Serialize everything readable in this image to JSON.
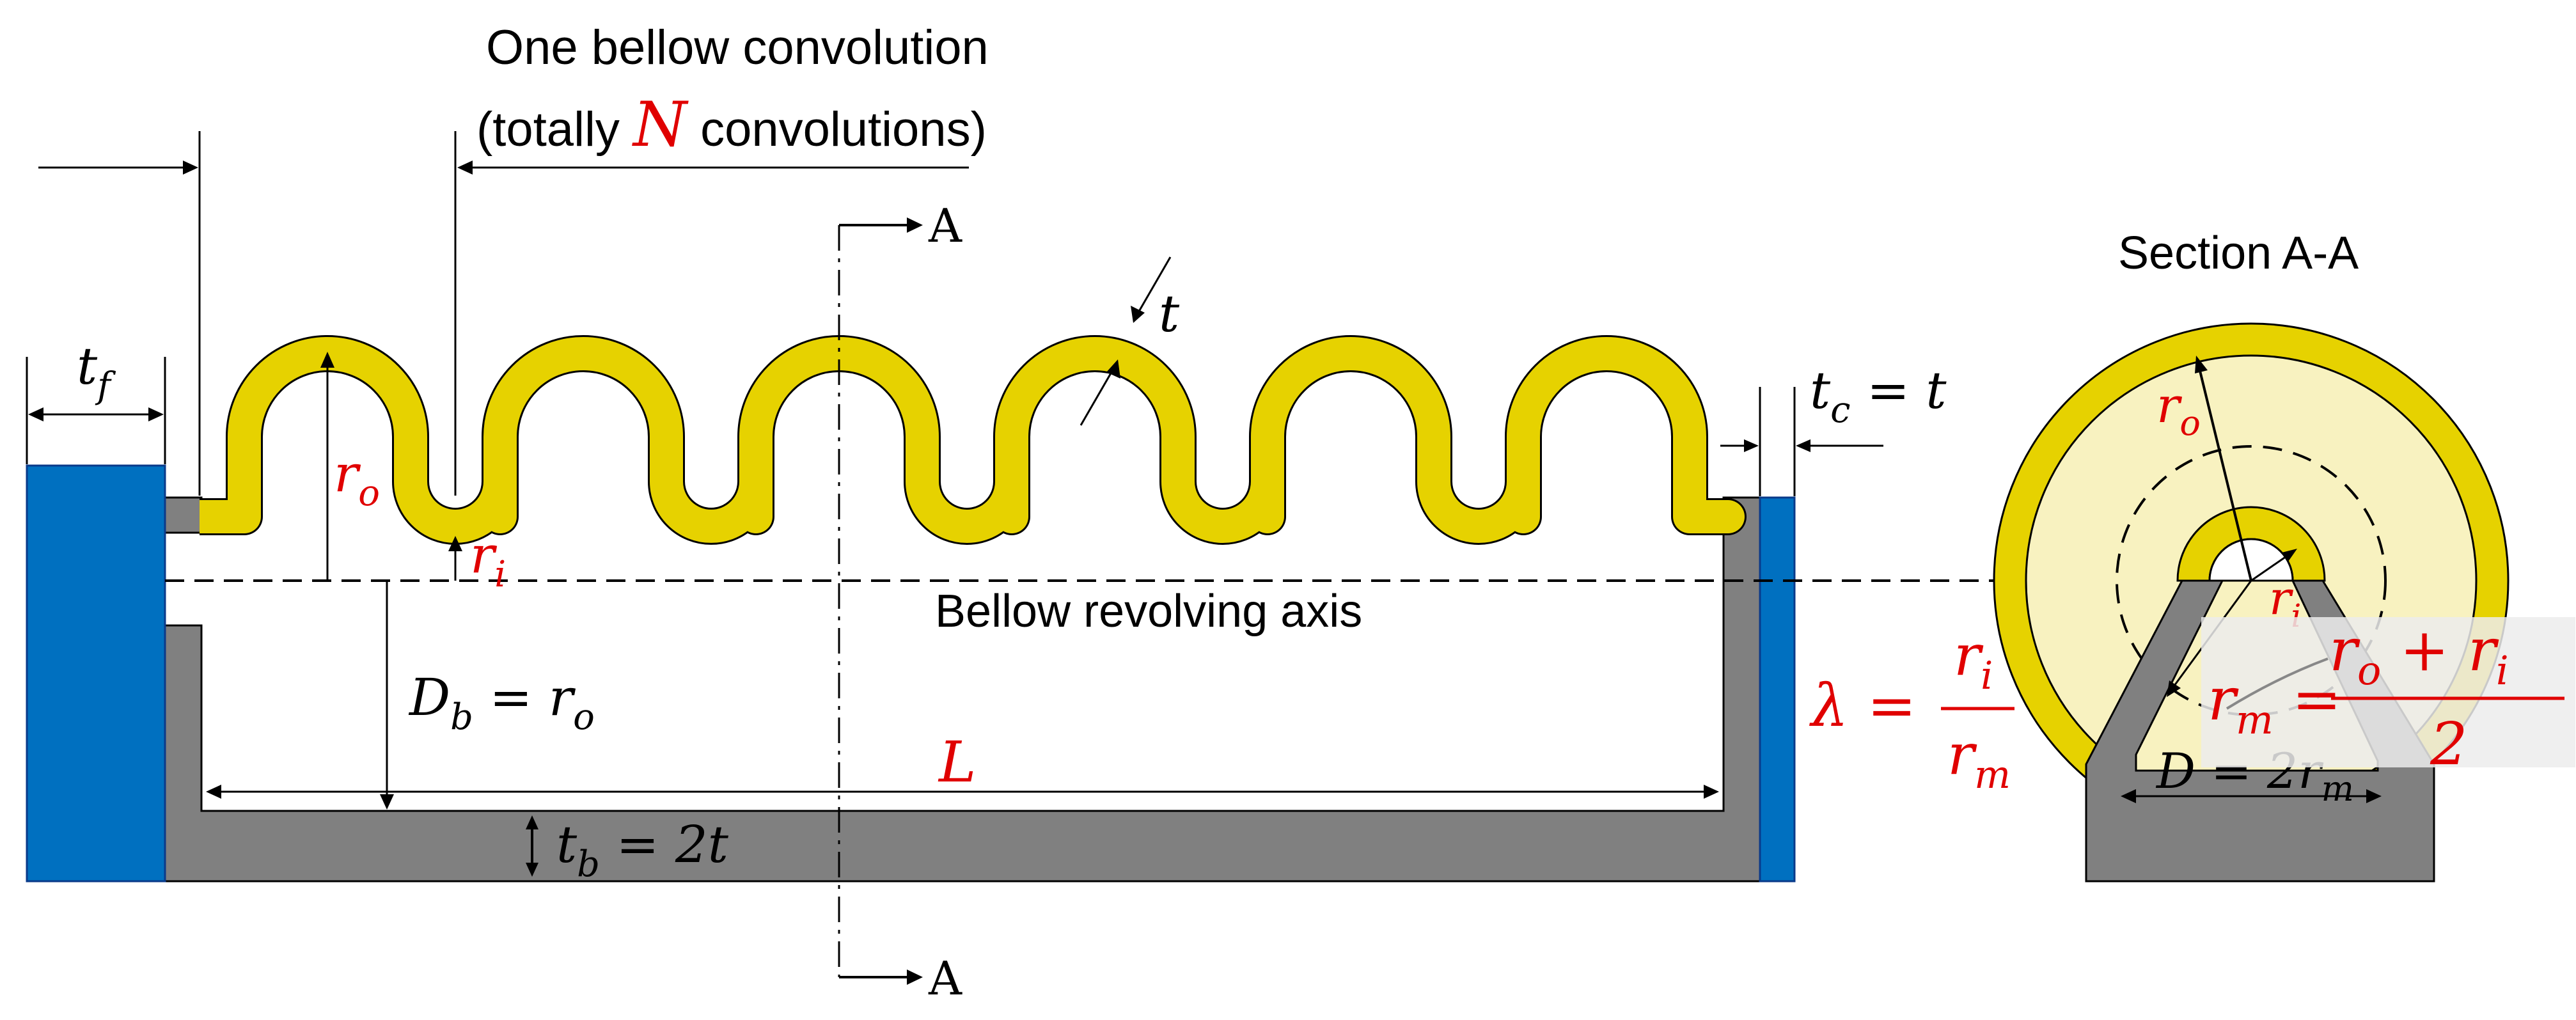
{
  "labels": {
    "convolution_line1": "One bellow convolution",
    "convolution_line2_pre": "(totally ",
    "convolution_N": "N",
    "convolution_line2_post": " convolutions)",
    "section_marker_top": "A",
    "section_marker_bottom": "A",
    "section_title": "Section A-A",
    "axis_label": "Bellow revolving axis",
    "t": "t",
    "tf": "t",
    "tf_sub": "f",
    "tc_t": "t",
    "tc_sub": "c",
    "tc_rhs": " = t",
    "ro": "r",
    "ro_sub": "o",
    "ri": "r",
    "ri_sub": "i",
    "Db": "D",
    "Db_sub": "b",
    "Db_rhs": " = r",
    "Db_rhs_sub": "o",
    "L": "L",
    "tb": "t",
    "tb_sub": "b",
    "tb_rhs": " = 2t",
    "lambda_lhs": "λ =",
    "lambda_num": "r",
    "lambda_num_sub": "i",
    "lambda_den": "r",
    "lambda_den_sub": "m",
    "rm_lhs": "r",
    "rm_lhs_sub": "m",
    "rm_eq": " =",
    "rm_num": "r",
    "rm_num_sub": "o",
    "rm_num_plus": " + r",
    "rm_num_sub2": "i",
    "rm_den": "2",
    "D_eq": "D = 2r",
    "D_eq_sub": "m",
    "sec_ro": "r",
    "sec_ro_sub": "o",
    "sec_ri": "r",
    "sec_ri_sub": "i"
  },
  "colors": {
    "bellow_yellow": "#e6d200",
    "light_yellow": "#f8f2c0",
    "gray": "#808080",
    "flange_blue": "#0070c0",
    "label_red": "#e00000",
    "black": "#000000"
  }
}
